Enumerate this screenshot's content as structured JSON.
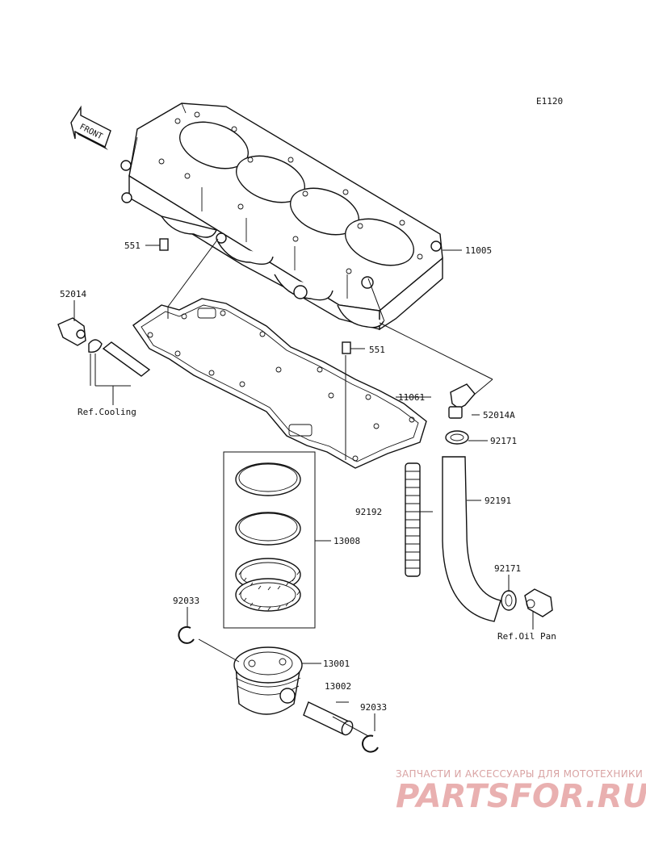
{
  "diagram": {
    "code": "E1120",
    "front_label": "FRONT",
    "callouts": {
      "p11005": "11005",
      "p551_top": "551",
      "p551_bottom": "551",
      "p52014": "52014",
      "p52014a": "52014A",
      "p11061": "11061",
      "p92171_top": "92171",
      "p92192": "92192",
      "p92191": "92191",
      "p13008": "13008",
      "p92171_bottom": "92171",
      "p92033_left": "92033",
      "p13001": "13001",
      "p13002": "13002",
      "p92033_right": "92033"
    },
    "references": {
      "cooling": "Ref.Cooling",
      "oil_pan": "Ref.Oil Pan"
    }
  },
  "watermark": {
    "subtitle": "ЗАПЧАСТИ И АКСЕССУАРЫ ДЛЯ МОТОТЕХНИКИ",
    "brand": "PARTSFOR.RU",
    "color": "#e9b0b0"
  }
}
